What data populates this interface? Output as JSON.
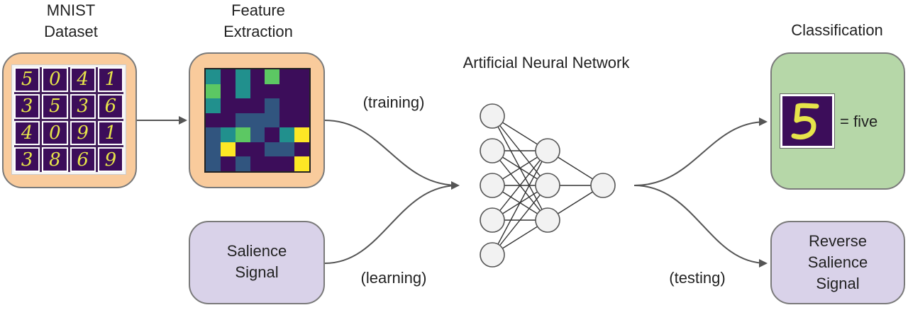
{
  "titles": {
    "mnist_line1": "MNIST",
    "mnist_line2": "Dataset",
    "feature_line1": "Feature",
    "feature_line2": "Extraction",
    "ann": "Artificial Neural Network",
    "classification": "Classification"
  },
  "boxes": {
    "salience_line1": "Salience",
    "salience_line2": "Signal",
    "reverse_line1": "Reverse",
    "reverse_line2": "Salience",
    "reverse_line3": "Signal",
    "classification_result": "= five"
  },
  "edge_labels": {
    "training": "(training)",
    "learning": "(learning)",
    "testing": "(testing)"
  },
  "mnist_digits": [
    "5",
    "0",
    "4",
    "1",
    "3",
    "5",
    "3",
    "6",
    "4",
    "0",
    "9",
    "1",
    "3",
    "8",
    "6",
    "9"
  ],
  "heatmap_levels": [
    [
      2,
      0,
      2,
      0,
      3,
      0,
      0
    ],
    [
      3,
      0,
      2,
      0,
      0,
      0,
      0
    ],
    [
      2,
      0,
      0,
      0,
      1,
      0,
      0
    ],
    [
      0,
      0,
      1,
      1,
      1,
      0,
      0
    ],
    [
      1,
      2,
      3,
      1,
      0,
      2,
      4
    ],
    [
      1,
      4,
      0,
      0,
      1,
      1,
      0
    ],
    [
      1,
      0,
      1,
      0,
      0,
      0,
      4
    ]
  ],
  "network": {
    "layers": [
      5,
      3,
      1
    ]
  },
  "colors": {
    "box_border": "#7a7a7a",
    "orange_fill": "#f9cb9c",
    "purple_fill": "#d9d2e9",
    "blue_fill": "#c9daf8",
    "green_fill": "#b6d7a8",
    "arrow": "#555555",
    "heat_scale": [
      "#3c0d5a",
      "#31557f",
      "#21908d",
      "#5cc863",
      "#fde725"
    ]
  }
}
